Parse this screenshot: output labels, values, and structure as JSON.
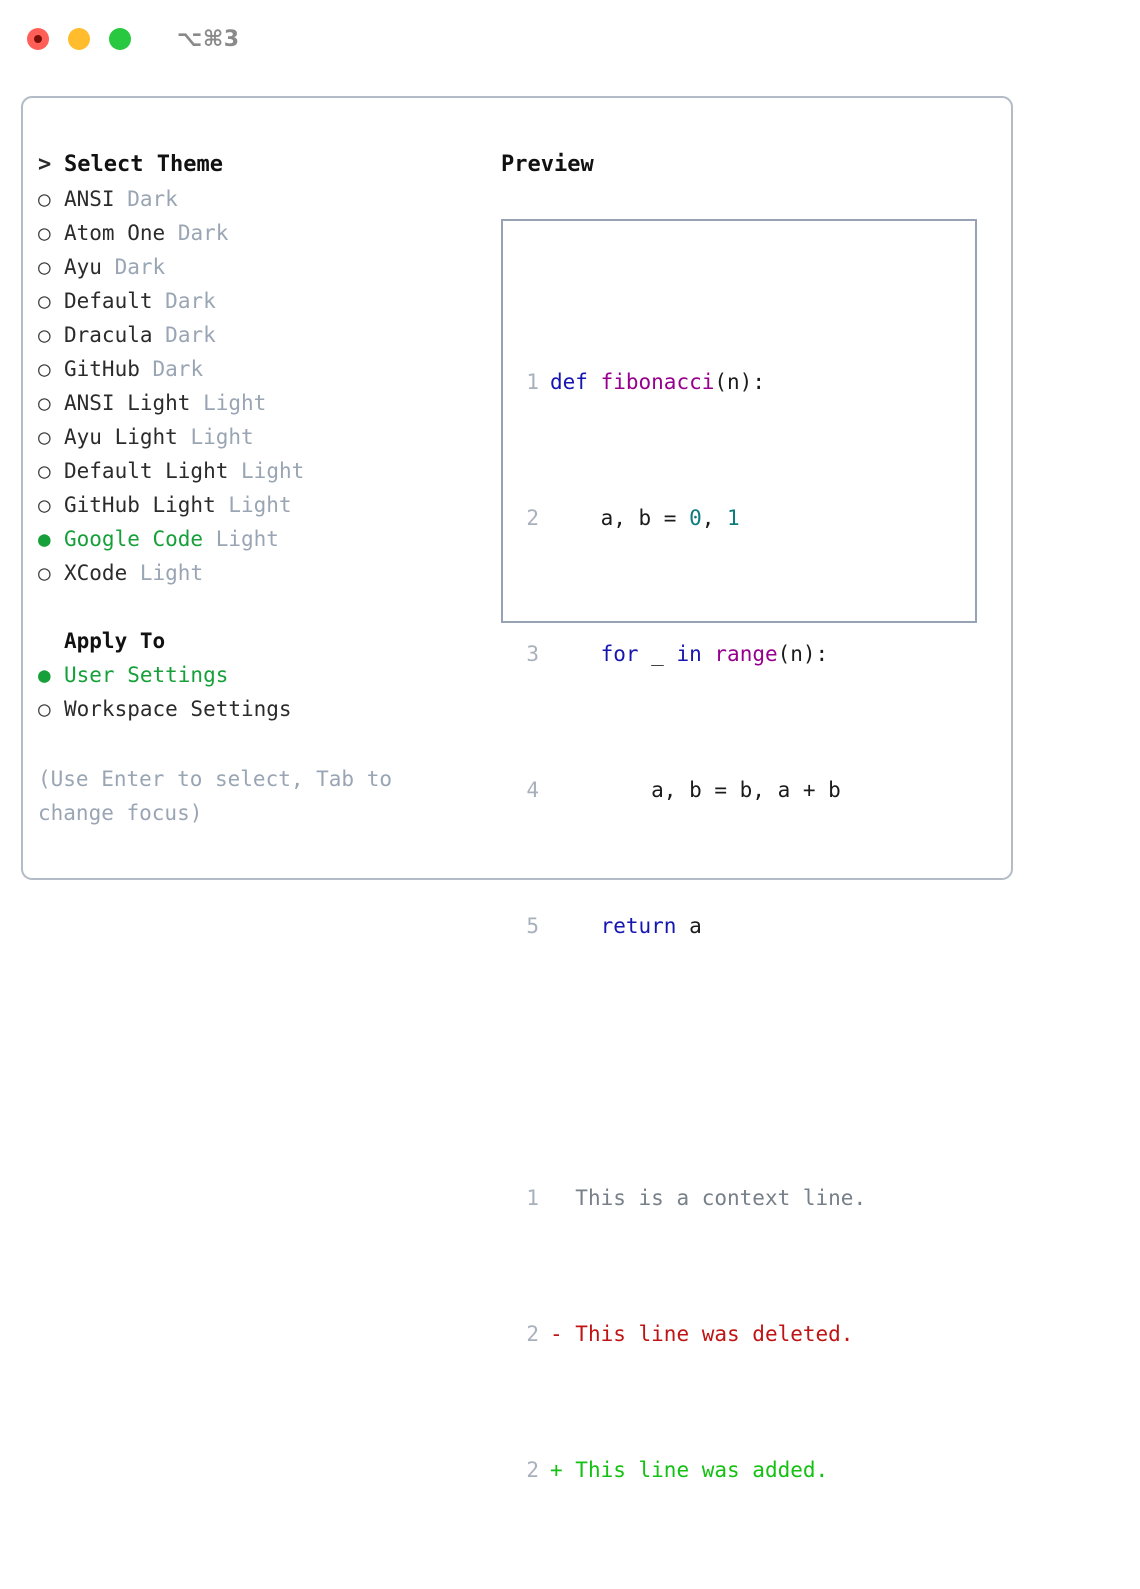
{
  "titlebar": {
    "shortcut": "⌥⌘3",
    "buttons": [
      {
        "name": "close",
        "color": "#ff5f56"
      },
      {
        "name": "minimize",
        "color": "#ffbd2e"
      },
      {
        "name": "zoom",
        "color": "#28c840"
      }
    ]
  },
  "theme_picker": {
    "header_prompt": ">",
    "header_label": "Select Theme",
    "bullet_unselected": "○",
    "bullet_selected": "●",
    "items": [
      {
        "label": "ANSI",
        "tag": "Dark",
        "selected": false
      },
      {
        "label": "Atom One",
        "tag": "Dark",
        "selected": false
      },
      {
        "label": "Ayu",
        "tag": "Dark",
        "selected": false
      },
      {
        "label": "Default",
        "tag": "Dark",
        "selected": false
      },
      {
        "label": "Dracula",
        "tag": "Dark",
        "selected": false
      },
      {
        "label": "GitHub",
        "tag": "Dark",
        "selected": false
      },
      {
        "label": "ANSI Light",
        "tag": "Light",
        "selected": false
      },
      {
        "label": "Ayu Light",
        "tag": "Light",
        "selected": false
      },
      {
        "label": "Default Light",
        "tag": "Light",
        "selected": false
      },
      {
        "label": "GitHub Light",
        "tag": "Light",
        "selected": false
      },
      {
        "label": "Google Code",
        "tag": "Light",
        "selected": true
      },
      {
        "label": "XCode",
        "tag": "Light",
        "selected": false
      }
    ]
  },
  "apply_to": {
    "section_label": "Apply To",
    "items": [
      {
        "label": "User Settings",
        "selected": true
      },
      {
        "label": "Workspace Settings",
        "selected": false
      }
    ]
  },
  "hint": {
    "text": "(Use Enter to select, Tab to change focus)"
  },
  "preview": {
    "title": "Preview",
    "code_lines": [
      {
        "num": "1",
        "tokens": [
          {
            "t": "def",
            "c": "kw"
          },
          {
            "t": " ",
            "c": "plain"
          },
          {
            "t": "fibonacci",
            "c": "fn"
          },
          {
            "t": "(n):",
            "c": "plain"
          }
        ]
      },
      {
        "num": "2",
        "tokens": [
          {
            "t": "    a, b = ",
            "c": "plain"
          },
          {
            "t": "0",
            "c": "num"
          },
          {
            "t": ", ",
            "c": "plain"
          },
          {
            "t": "1",
            "c": "num"
          }
        ]
      },
      {
        "num": "3",
        "tokens": [
          {
            "t": "    ",
            "c": "plain"
          },
          {
            "t": "for",
            "c": "kw"
          },
          {
            "t": " _ ",
            "c": "plain"
          },
          {
            "t": "in",
            "c": "kw"
          },
          {
            "t": " ",
            "c": "plain"
          },
          {
            "t": "range",
            "c": "fn"
          },
          {
            "t": "(n):",
            "c": "plain"
          }
        ]
      },
      {
        "num": "4",
        "tokens": [
          {
            "t": "        a, b = b, a + b",
            "c": "plain"
          }
        ]
      },
      {
        "num": "5",
        "tokens": [
          {
            "t": "    ",
            "c": "plain"
          },
          {
            "t": "return",
            "c": "kw"
          },
          {
            "t": " a",
            "c": "plain"
          }
        ]
      }
    ],
    "diff_lines": [
      {
        "num": "1",
        "prefix": " ",
        "text": " This is a context line.",
        "kind": "diff-ctx"
      },
      {
        "num": "2",
        "prefix": "-",
        "text": " This line was deleted.",
        "kind": "diff-del"
      },
      {
        "num": "2",
        "prefix": "+",
        "text": " This line was added.",
        "kind": "diff-add"
      }
    ]
  },
  "colors": {
    "accent_green": "#17a03a",
    "tag_gray": "#9aa5b4",
    "panel_border": "#b3bbc7",
    "preview_border": "#97a3b4",
    "keyword_blue": "#1515b0",
    "function_purple": "#97008e",
    "number_teal": "#0d7b7b",
    "diff_delete_red": "#c01414",
    "diff_add_green": "#13c112"
  }
}
